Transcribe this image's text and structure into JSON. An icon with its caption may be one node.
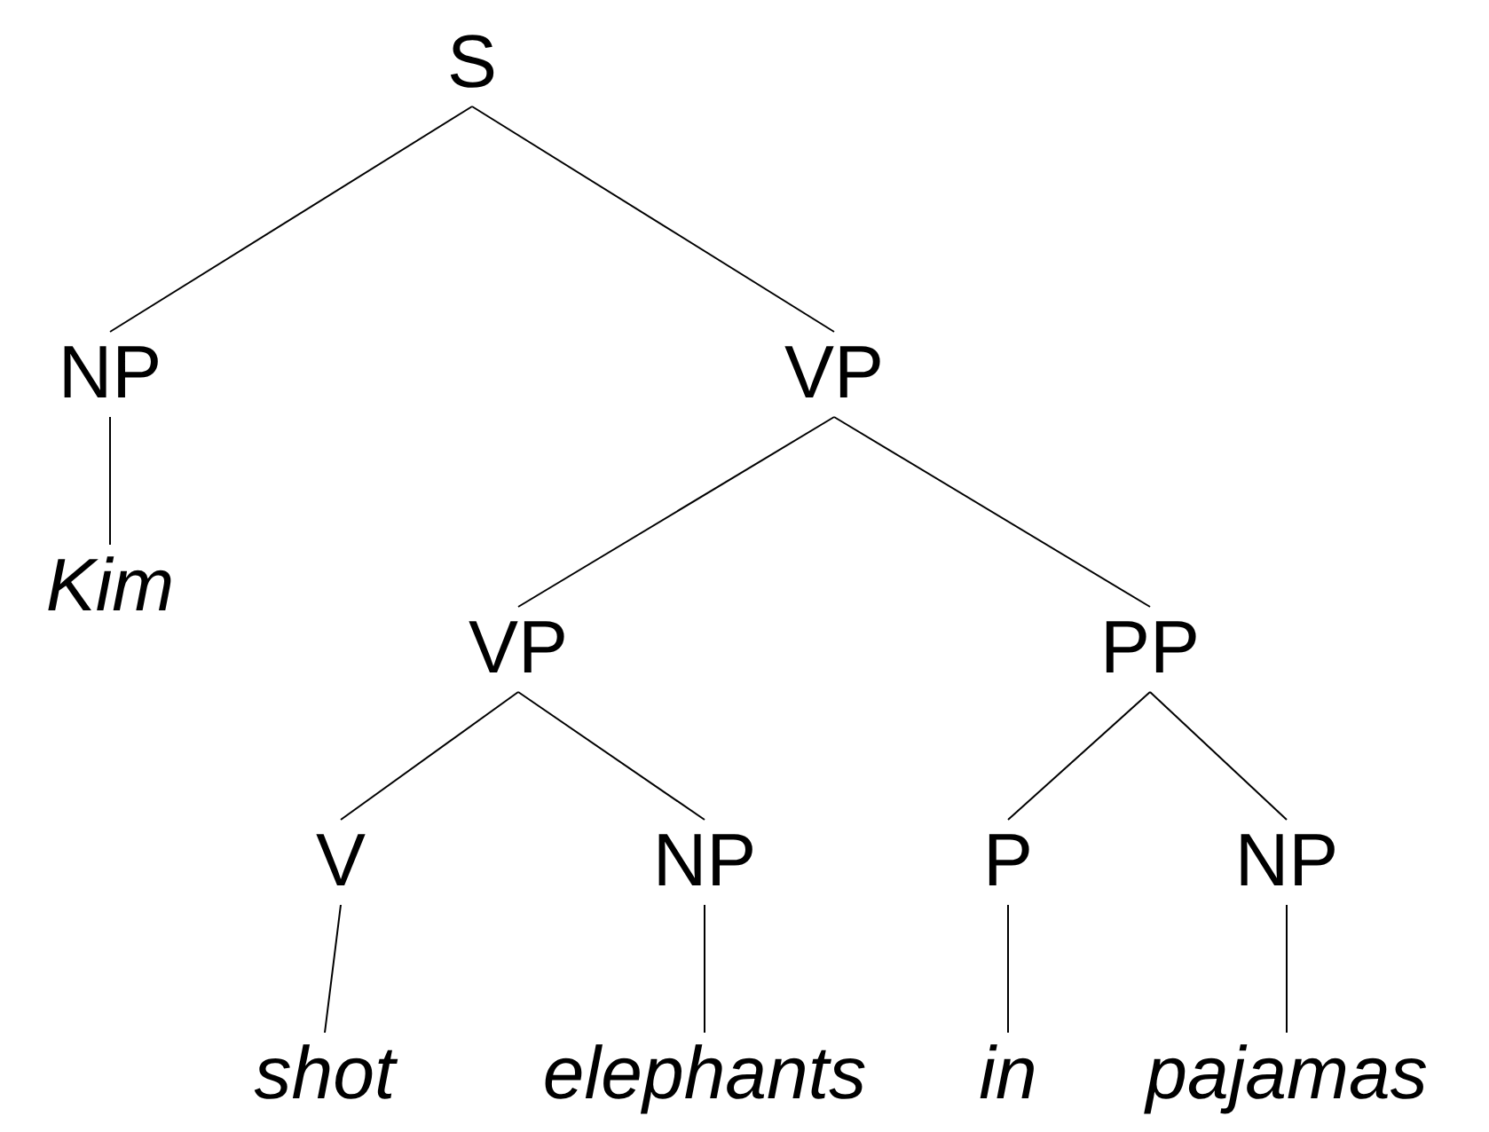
{
  "diagram": {
    "nodes": [
      {
        "text": [
          "S"
        ]
      },
      {
        "text": [
          "NP"
        ]
      },
      {
        "text": [
          "VP"
        ]
      },
      {
        "text": [
          "Kim"
        ]
      },
      {
        "text": [
          "VP"
        ]
      },
      {
        "text": [
          "PP"
        ]
      },
      {
        "text": [
          "V"
        ]
      },
      {
        "text": [
          "NP"
        ]
      },
      {
        "text": [
          "P"
        ]
      },
      {
        "text": [
          "NP"
        ]
      },
      {
        "text": [
          "shot"
        ]
      },
      {
        "text": [
          "elephants"
        ]
      },
      {
        "text": [
          "in"
        ]
      },
      {
        "text": [
          "pajamas"
        ]
      }
    ],
    "edges": [
      {
        "from": 0,
        "to": 1,
        "arrow": "none"
      },
      {
        "from": 0,
        "to": 2,
        "arrow": "none"
      },
      {
        "from": 1,
        "to": 3,
        "arrow": "none"
      },
      {
        "from": 2,
        "to": 4,
        "arrow": "none"
      },
      {
        "from": 2,
        "to": 5,
        "arrow": "none"
      },
      {
        "from": 4,
        "to": 6,
        "arrow": "none"
      },
      {
        "from": 4,
        "to": 7,
        "arrow": "none"
      },
      {
        "from": 5,
        "to": 8,
        "arrow": "none"
      },
      {
        "from": 5,
        "to": 9,
        "arrow": "none"
      },
      {
        "from": 6,
        "to": 10,
        "arrow": "none"
      },
      {
        "from": 7,
        "to": 11,
        "arrow": "none"
      },
      {
        "from": 8,
        "to": 12,
        "arrow": "none"
      },
      {
        "from": 9,
        "to": 13,
        "arrow": "none"
      }
    ]
  }
}
